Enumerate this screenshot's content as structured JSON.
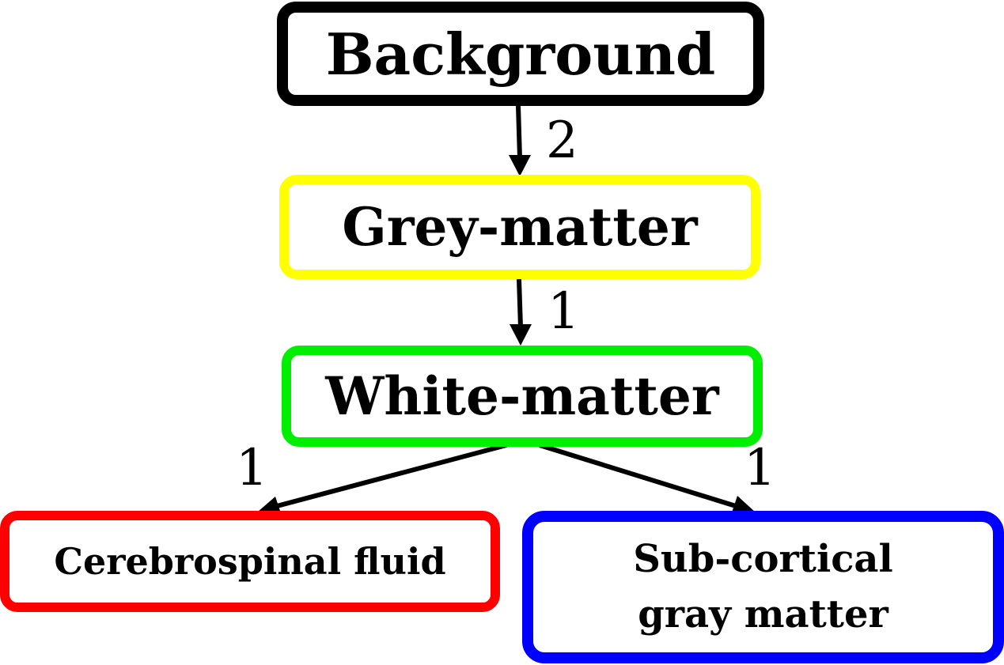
{
  "nodes": {
    "background": {
      "label": "Background",
      "color": "#000000"
    },
    "grey_matter": {
      "label": "Grey-matter",
      "color": "#ffff00"
    },
    "white_matter": {
      "label": "White-matter",
      "color": "#00ee00"
    },
    "csf": {
      "label": "Cerebrospinal fluid",
      "color": "#ff0000"
    },
    "sub_cortical": {
      "line1": "Sub-cortical",
      "line2": "gray matter",
      "color": "#0000ff"
    }
  },
  "edges": {
    "background_to_grey": {
      "weight": "2"
    },
    "grey_to_white": {
      "weight": "1"
    },
    "white_to_csf": {
      "weight": "1"
    },
    "white_to_sub": {
      "weight": "1"
    }
  }
}
